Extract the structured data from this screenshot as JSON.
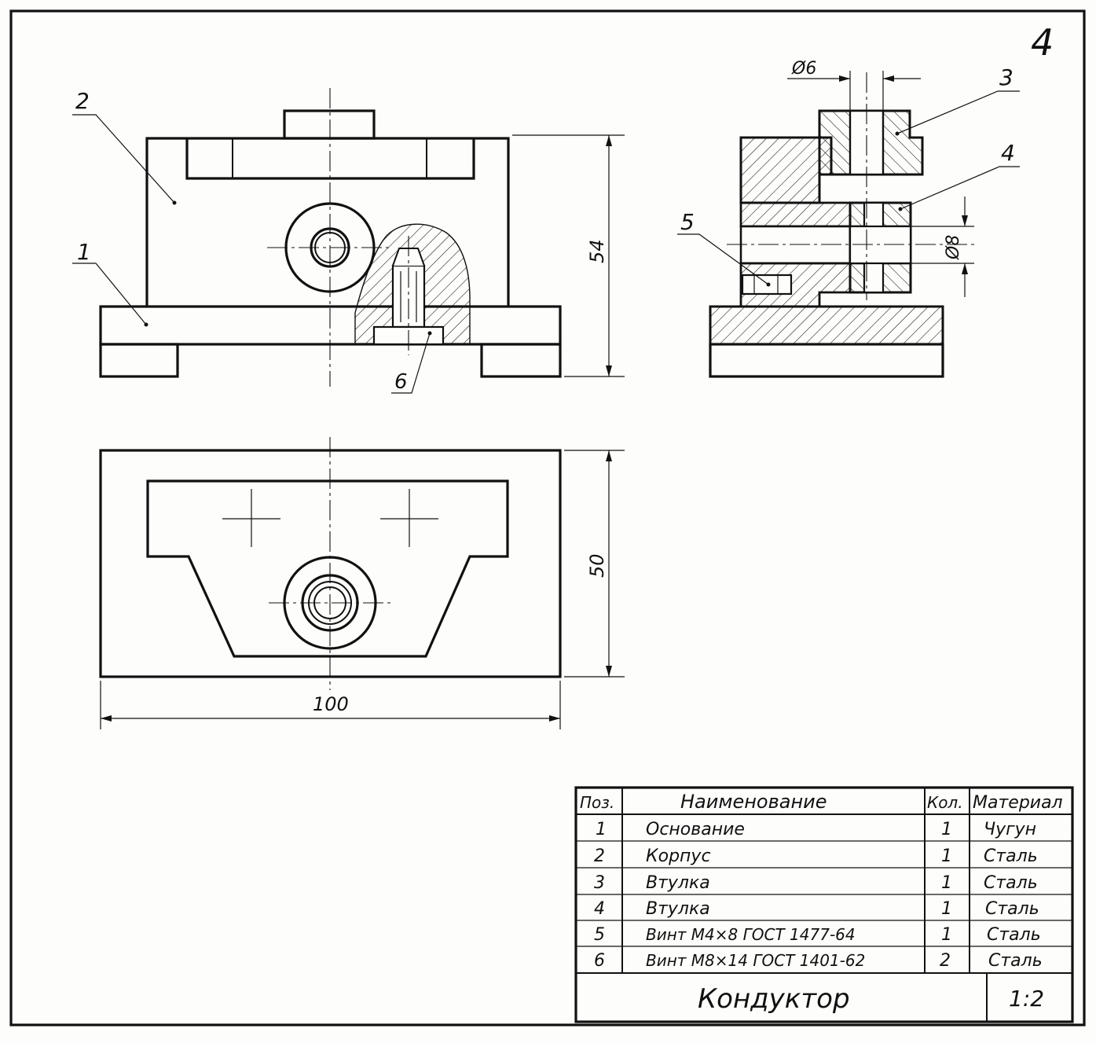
{
  "sheet_number": "4",
  "views": {
    "front": {
      "leaders": [
        "2",
        "1",
        "6"
      ],
      "dimension_height": "54"
    },
    "side": {
      "leaders": [
        "3",
        "4",
        "5"
      ],
      "dim_hole_top": "Ø6",
      "dim_hole_side": "Ø8"
    },
    "plan": {
      "dimension_height": "50",
      "dimension_width": "100"
    }
  },
  "spec_table": {
    "headers": [
      "Поз.",
      "Наименование",
      "Кол.",
      "Материал"
    ],
    "rows": [
      [
        "1",
        "Основание",
        "1",
        "Чугун"
      ],
      [
        "2",
        "Корпус",
        "1",
        "Сталь"
      ],
      [
        "3",
        "Втулка",
        "1",
        "Сталь"
      ],
      [
        "4",
        "Втулка",
        "1",
        "Сталь"
      ],
      [
        "5",
        "Винт М4×8 ГОСТ 1477-64",
        "1",
        "Сталь"
      ],
      [
        "6",
        "Винт М8×14 ГОСТ 1401-62",
        "2",
        "Сталь"
      ]
    ]
  },
  "title_block": {
    "name": "Кондуктор",
    "scale": "1:2"
  }
}
